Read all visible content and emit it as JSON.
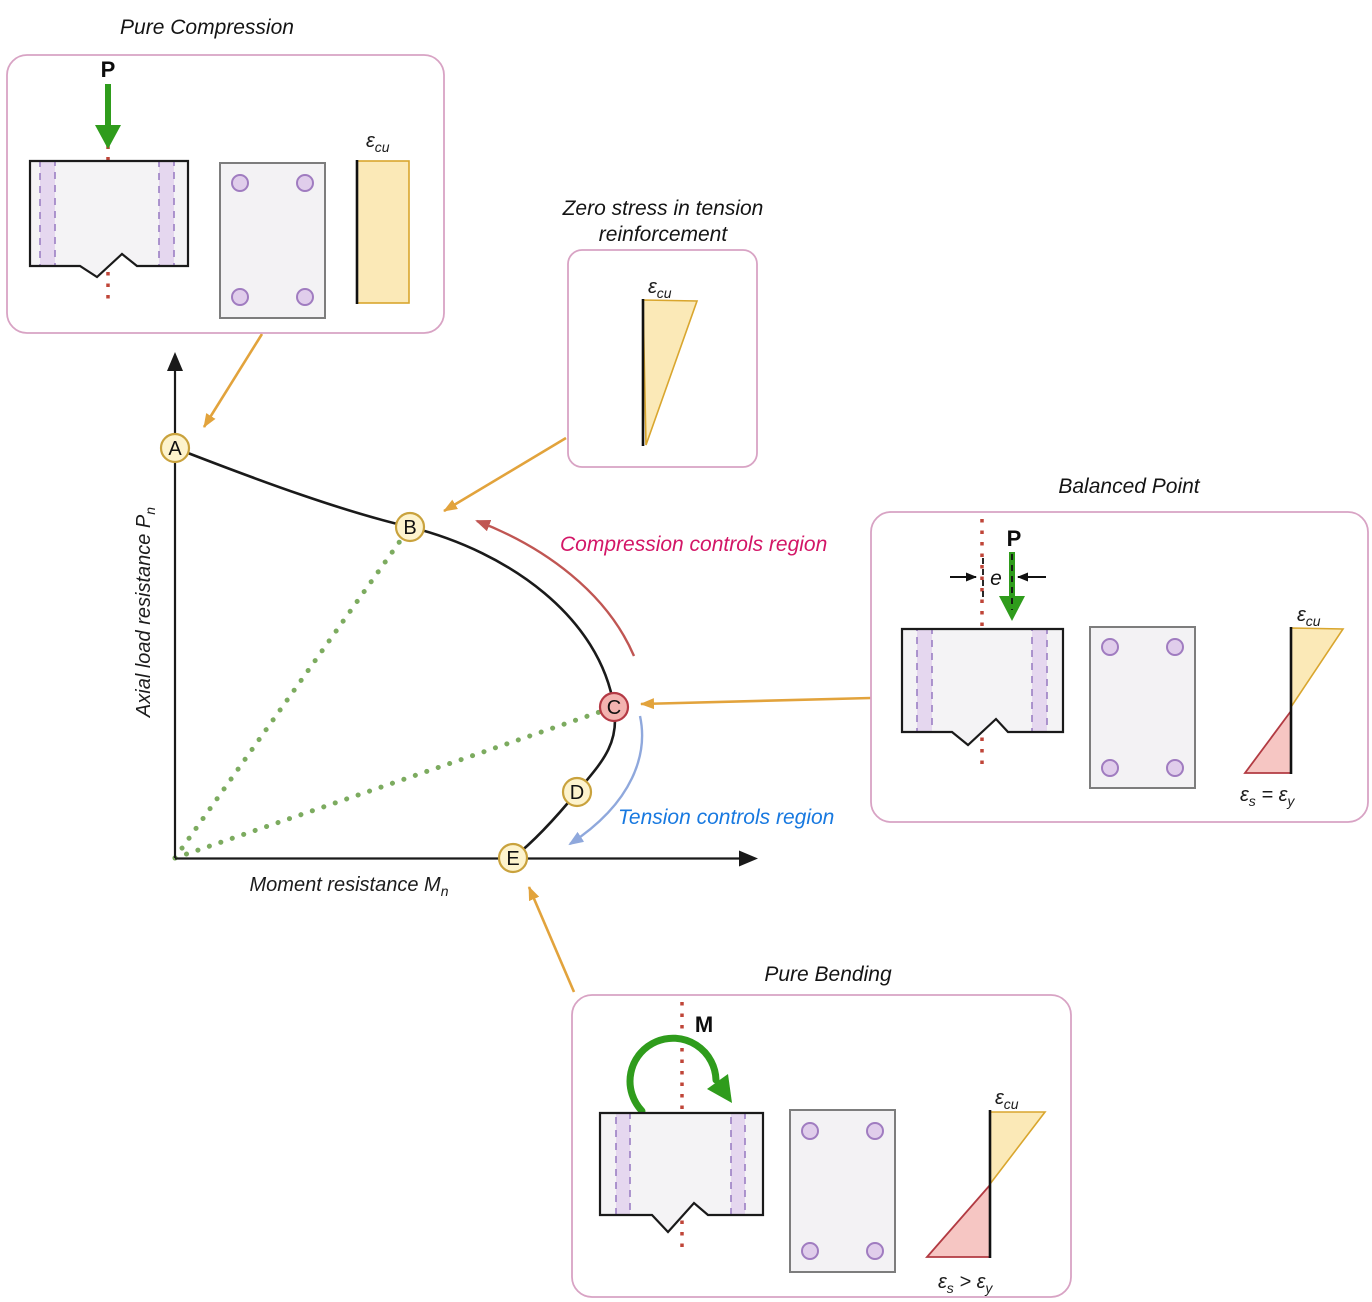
{
  "figure": {
    "pure_compression": {
      "title": "Pure Compression",
      "p_label": "P",
      "strain_epsilon": "ε",
      "strain_sub": "cu"
    },
    "zero_stress": {
      "title_line1": "Zero stress in tension",
      "title_line2": "reinforcement",
      "strain_epsilon": "ε",
      "strain_sub": "cu"
    },
    "balanced_point": {
      "title": "Balanced Point",
      "p_label": "P",
      "e_label": "e",
      "strain_epsilon": "ε",
      "strain_sub": "cu",
      "es_epsilon": "ε",
      "es_sub": "s",
      "relation": " = ",
      "ey_epsilon": "ε",
      "ey_sub": "y"
    },
    "pure_bending": {
      "title": "Pure Bending",
      "m_label": "M",
      "strain_epsilon": "ε",
      "strain_sub": "cu",
      "es_epsilon": "ε",
      "es_sub": "s",
      "relation": " > ",
      "ey_epsilon": "ε",
      "ey_sub": "y"
    },
    "axes": {
      "y_label": "Axial load resistance ",
      "y_var": "P",
      "y_sub": "n",
      "x_label": "Moment resistance ",
      "x_var": "M",
      "x_sub": "n"
    },
    "points": [
      {
        "label": "A"
      },
      {
        "label": "B"
      },
      {
        "label": "C"
      },
      {
        "label": "D"
      },
      {
        "label": "E"
      }
    ],
    "regions": {
      "compression": "Compression controls region",
      "tension": "Tension controls region"
    },
    "colors": {
      "accent_orange": "#e2a33c",
      "green_arrow": "#2f9c1c",
      "box_border": "#d8a3c4",
      "curve_black": "#1a1a1a",
      "dotted_green": "#7cab5f",
      "dotted_red": "#bf4538",
      "strain_yellow": "#fbe9b7",
      "strain_yellow_stroke": "#d9a62e",
      "strain_red": "#f6c6c3",
      "strain_red_stroke": "#b23b43",
      "rebar_purple": "#e0cdeb",
      "rebar_purple_stroke": "#a07cc0",
      "compression_text": "#d31667",
      "tension_text": "#1879e0",
      "red_arc": "#c05653",
      "blue_arc": "#8fa8dc",
      "point_fill": "#fdf3cd",
      "point_stroke": "#c9a23d",
      "point_c_fill": "#f3b3b0",
      "point_c_stroke": "#b43a45"
    }
  }
}
